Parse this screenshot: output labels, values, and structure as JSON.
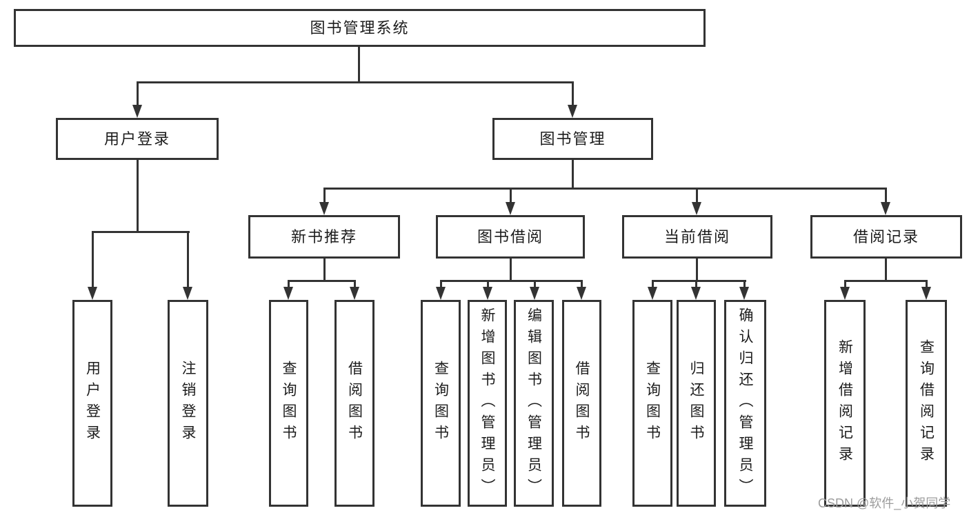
{
  "colors": {
    "line": "#333333",
    "text": "#1c1c1c",
    "bg": "#ffffff",
    "watermark": "#9c9c9c"
  },
  "tree": {
    "root": "图书管理系统",
    "login": {
      "label": "用户登录",
      "children": [
        "用户登录",
        "注销登录"
      ]
    },
    "management": {
      "label": "图书管理",
      "sections": [
        {
          "label": "新书推荐",
          "children": [
            "查询图书",
            "借阅图书"
          ]
        },
        {
          "label": "图书借阅",
          "children": [
            "查询图书",
            "新增图书（管理员）",
            "编辑图书（管理员）",
            "借阅图书"
          ]
        },
        {
          "label": "当前借阅",
          "children": [
            "查询图书",
            "归还图书",
            "确认归还（管理员）"
          ]
        },
        {
          "label": "借阅记录",
          "children": [
            "新增借阅记录",
            "查询借阅记录"
          ]
        }
      ]
    }
  },
  "watermark": {
    "text": "CSDN @软件_小贺同学"
  }
}
